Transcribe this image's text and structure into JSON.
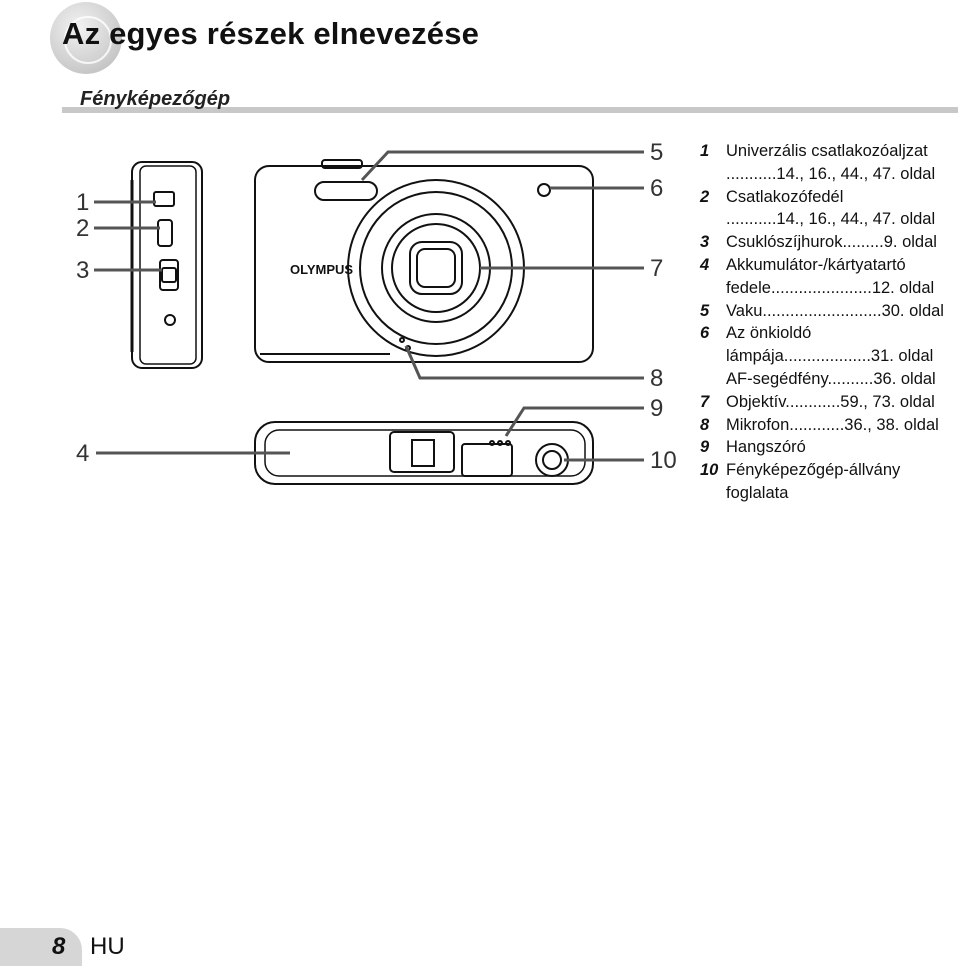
{
  "page": {
    "title": "Az egyes részek elnevezése",
    "section": "Fényképezőgép",
    "page_number": "8",
    "language": "HU"
  },
  "diagram": {
    "brand": "OLYMPUS",
    "callouts": [
      "1",
      "2",
      "3",
      "4",
      "5",
      "6",
      "7",
      "8",
      "9",
      "10"
    ]
  },
  "legend": [
    {
      "num": "1",
      "name": "Univerzális csatlakozóaljzat",
      "ref": "...........14., 16., 44., 47. oldal"
    },
    {
      "num": "2",
      "name": "Csatlakozófedél",
      "ref": "...........14., 16., 44., 47. oldal"
    },
    {
      "num": "3",
      "name": "Csuklószíjhurok",
      "ref": ".........9. oldal"
    },
    {
      "num": "4",
      "name": "Akkumulátor-/kártyatartó",
      "cont": "fedele",
      "ref": "......................12. oldal"
    },
    {
      "num": "5",
      "name": "Vaku",
      "ref": "..........................30. oldal"
    },
    {
      "num": "6",
      "name": "Az önkioldó",
      "cont": "lámpája",
      "ref": "...................31. oldal",
      "extra": "AF-segédfény",
      "extra_ref": "..........36. oldal"
    },
    {
      "num": "7",
      "name": "Objektív",
      "ref": "............59., 73. oldal"
    },
    {
      "num": "8",
      "name": "Mikrofon",
      "ref": "............36., 38. oldal"
    },
    {
      "num": "9",
      "name": "Hangszóró"
    },
    {
      "num": "10",
      "name": "Fényképezőgép-állvány",
      "cont": "foglalata"
    }
  ]
}
